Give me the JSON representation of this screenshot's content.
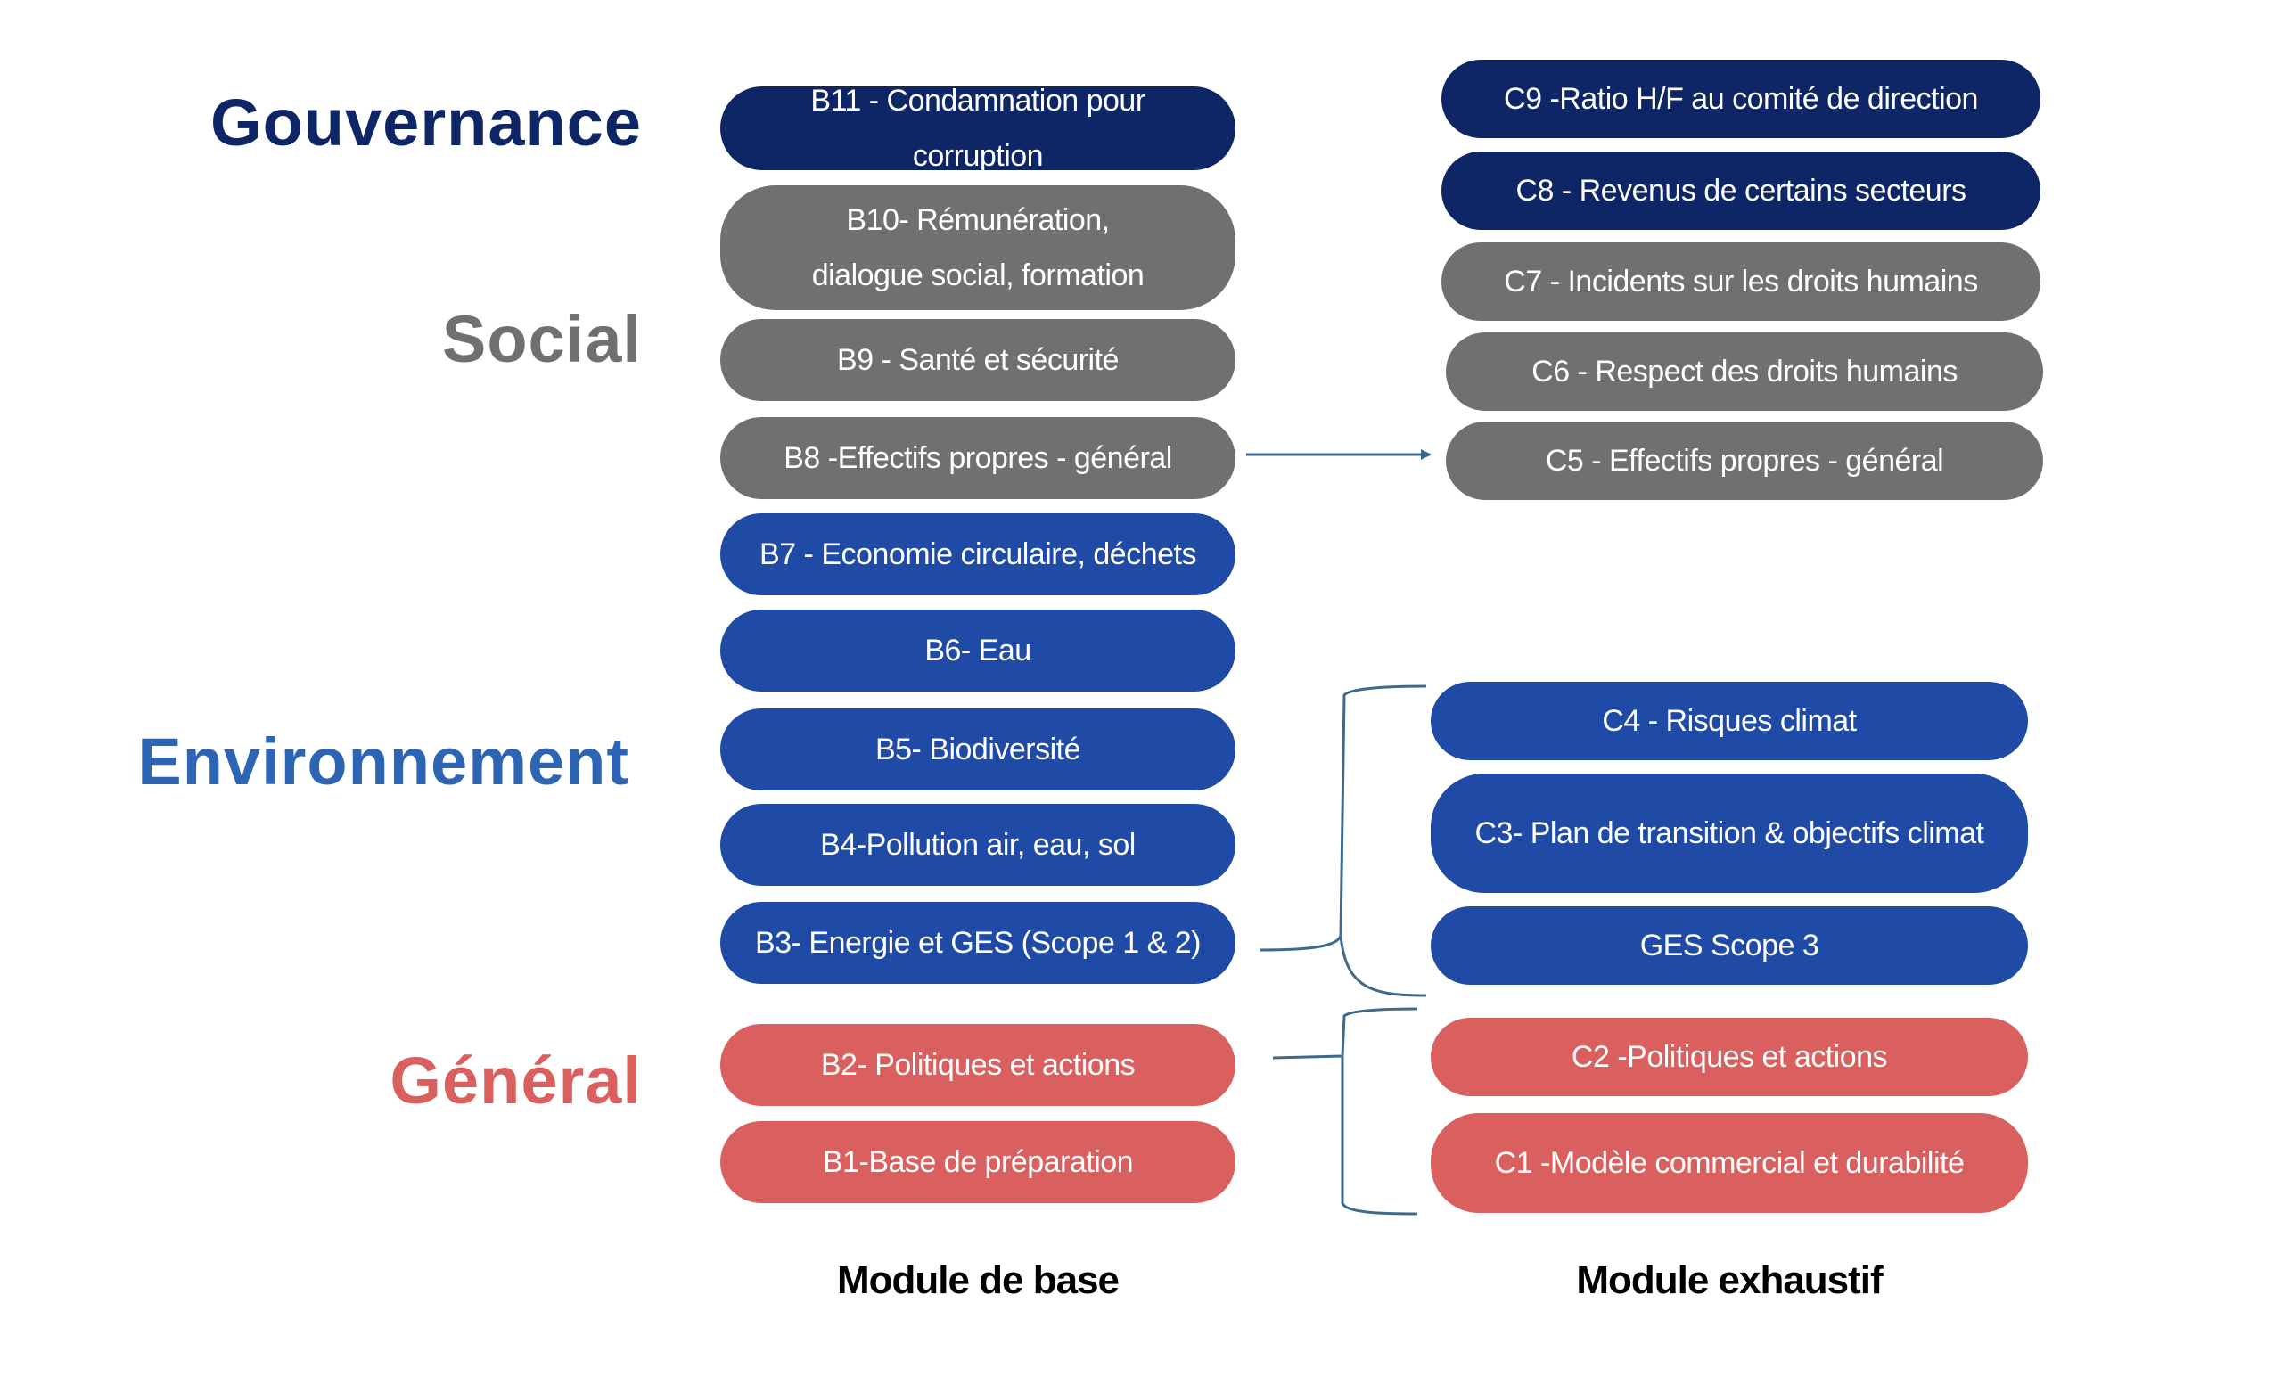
{
  "categories": {
    "gouvernance": {
      "label": "Gouvernance",
      "color": "#0e2566"
    },
    "social": {
      "label": "Social",
      "color": "#707070"
    },
    "environnement": {
      "label": "Environnement",
      "color": "#2e64b4"
    },
    "general": {
      "label": "Général",
      "color": "#d9605f"
    }
  },
  "module_base": {
    "title": "Module de base",
    "items": {
      "b11": "B11 - Condamnation pour corruption",
      "b10": "B10- Rémunération, dialogue social, formation",
      "b9": "B9 - Santé et sécurité",
      "b8": "B8 -Effectifs propres - général",
      "b7": "B7 - Economie circulaire, déchets",
      "b6": "B6- Eau",
      "b5": "B5- Biodiversité",
      "b4": "B4-Pollution air, eau, sol",
      "b3": "B3- Energie et GES (Scope 1 & 2)",
      "b2": "B2- Politiques et actions",
      "b1": "B1-Base de préparation"
    }
  },
  "module_exhaustif": {
    "title": "Module exhaustif",
    "items": {
      "c9": "C9 -Ratio H/F au comité de direction",
      "c8": "C8 - Revenus de certains secteurs",
      "c7": "C7 - Incidents sur les droits humains",
      "c6": "C6 - Respect des droits humains",
      "c5": "C5 - Effectifs propres - général",
      "c4": "C4 - Risques climat",
      "c3": "C3- Plan de transition & objectifs climat",
      "ges3": "GES Scope 3",
      "c2": "C2 -Politiques et actions",
      "c1": "C1 -Modèle commercial et durabilité"
    }
  },
  "colors": {
    "navy": "#0e2566",
    "gray": "#707070",
    "blue": "#1f4ba6",
    "red": "#d9605f",
    "connector": "#3f6a8c"
  }
}
